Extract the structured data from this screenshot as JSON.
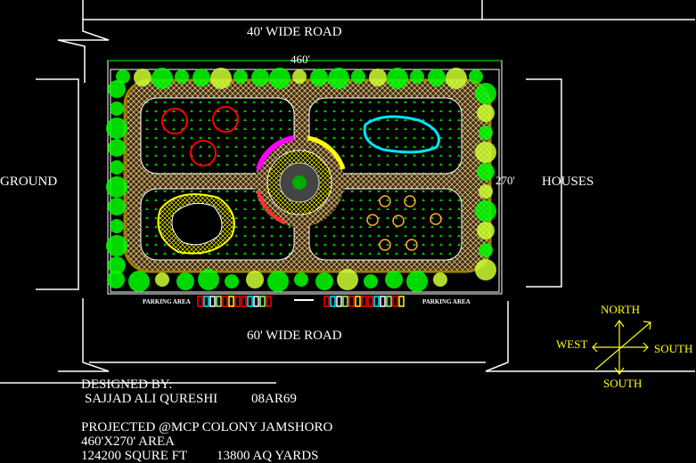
{
  "labels": {
    "top_road": "40' WIDE ROAD",
    "bottom_road": "60' WIDE ROAD",
    "width_dim": "460'",
    "height_dim": "270'",
    "left_side": "GROUND",
    "right_side": "HOUSES",
    "parking_left": "PARKING AREA",
    "parking_right": "PARKING AREA"
  },
  "compass": {
    "north": "NORTH",
    "west": "WEST",
    "east": "SOUTH",
    "south": "SOUTH"
  },
  "credits": {
    "designed_by": "DESIGNED BY:",
    "designer": "SAJJAD ALI QURESHI",
    "roll_no": "08AR69",
    "project": "PROJECTED @MCP COLONY JAMSHORO",
    "area": "460'X270' AREA",
    "sqft": "124200 SQURE FT",
    "sqyards": "13800 AQ YARDS"
  },
  "colors": {
    "tree": "#00ff00",
    "tree_light": "#ccff33",
    "path": "#c8a060",
    "lawn": "#004000",
    "accent": "#ffff00",
    "pond": "#00e5ff",
    "umbrella": "#ff0000"
  }
}
